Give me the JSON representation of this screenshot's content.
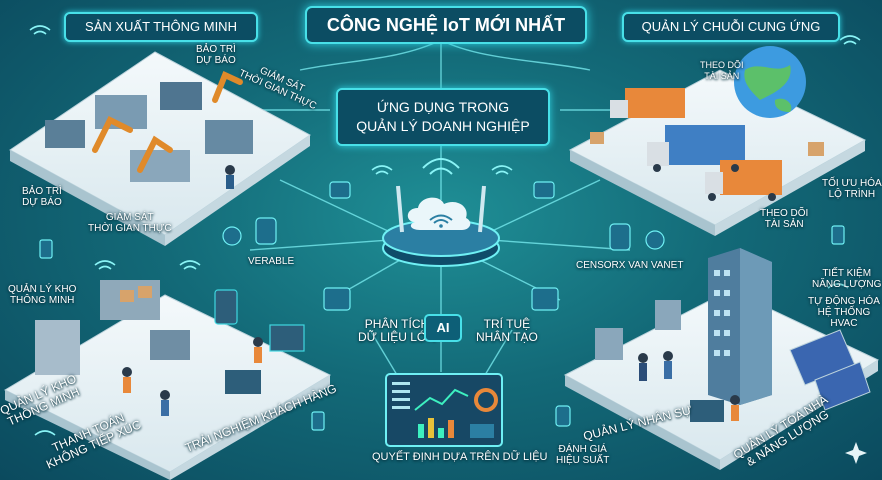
{
  "title": "CÔNG NGHỆ IoT MỚI NHẤT",
  "subtitle_lines": [
    "ỨNG DỤNG TRONG",
    "QUẢN LÝ DOANH NGHIỆP"
  ],
  "corners": {
    "top_left": "SẢN XUẤT THÔNG MINH",
    "top_right": "QUẢN LÝ CHUỖI CUNG ỨNG"
  },
  "factory": {
    "bao_tri_line1": "BẢO TRÌ",
    "bao_tri_line2": "DỰ BÁO",
    "giam_sat_line1": "GIÁM SÁT",
    "giam_sat_line2": "THỜI GIAN THỰC"
  },
  "left_side": {
    "bao_tri_line1": "BẢO TRÌ",
    "bao_tri_line2": "DỰ BÁO",
    "giam_sat_line1": "GIÁM SÁT",
    "giam_sat_line2": "THỜI GIAN THỰC",
    "kho_line1": "QUẢN LÝ KHO",
    "kho_line2": "THÔNG MINH",
    "verable": "VERABLE"
  },
  "bottom_left": {
    "kho_line1": "QUẢN LÝ KHO",
    "kho_line2": "THÔNG MINH",
    "thanh_toan_line1": "THANH TOÁN",
    "thanh_toan_line2": "KHÔNG TIẾP XÚC",
    "trai_nghiem": "TRẢI NGHIỆM KHÁCH HÀNG"
  },
  "center": {
    "phan_tich_line1": "PHÂN TÍCH",
    "phan_tich_line2": "DỮ LIỆU LỚN",
    "ai": "AI",
    "tri_tue_line1": "TRÍ TUỆ",
    "tri_tue_line2": "NHÂN TẠO",
    "quyet_dinh": "QUYẾT ĐỊNH DỰA TRÊN DỮ LIỆU"
  },
  "supply_chain": {
    "theo_doi_top_line1": "THEO DÕI",
    "theo_doi_top_line2": "TÀI SẢN",
    "toi_uu_line1": "TỐI ƯU HÓA",
    "toi_uu_line2": "LỘ TRÌNH",
    "theo_doi_mid_line1": "THEO DÕI",
    "theo_doi_mid_line2": "TÀI SẢN",
    "censorx": "CENSORX VAN VANET"
  },
  "building": {
    "tiet_kiem_line1": "TIẾT KIỆM",
    "tiet_kiem_line2": "NĂNG LƯỢNG",
    "tu_dong_line1": "TỰ ĐỘNG HÓA",
    "tu_dong_line2": "HỆ THỐNG",
    "tu_dong_line3": "HVAC",
    "quan_ly_toa_nha_line1": "QUẢN LÝ TÒA NHÀ",
    "quan_ly_toa_nha_line2": "& NĂNG LƯỢNG",
    "quan_ly_nhan_su": "QUẢN LÝ NHÂN SỰ",
    "danh_gia_line1": "ĐÁNH GIÁ",
    "danh_gia_line2": "HIỆU SUẤT"
  },
  "colors": {
    "background": "#136a78",
    "accent": "#48e0e8",
    "box_fill": "#0c4d63",
    "platform": "#eef5f8",
    "truck_orange": "#e8883a",
    "truck_blue": "#3f7fc4"
  }
}
